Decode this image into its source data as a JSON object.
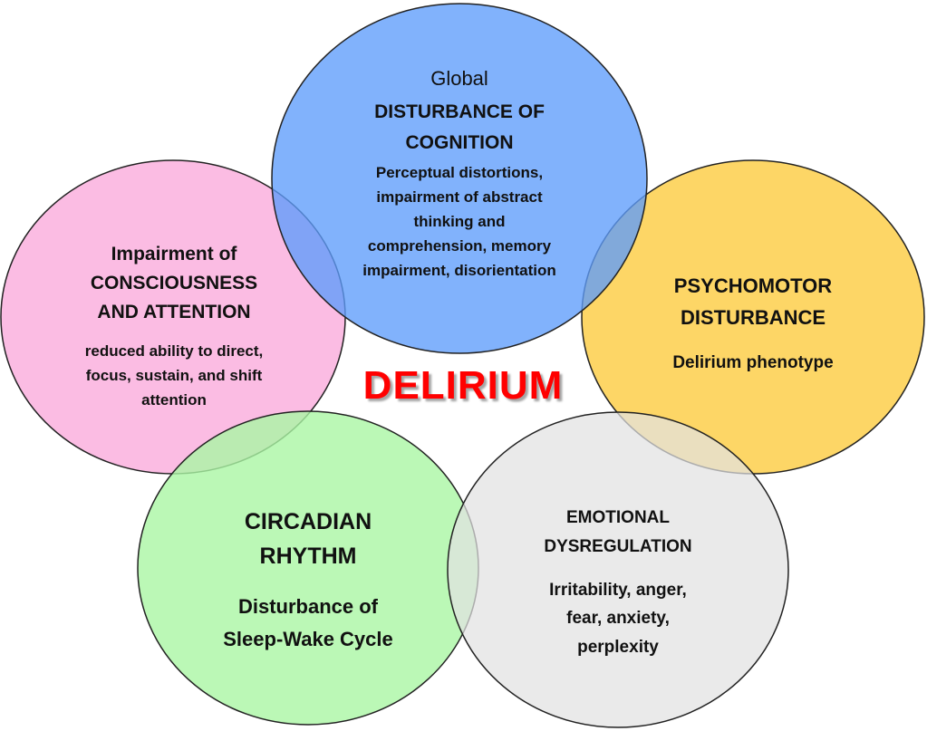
{
  "title": "DELIRIUM",
  "colors": {
    "cognition": "#5d9cfb",
    "consciousness": "#fbb8e2",
    "psychomotor": "#fdd45e",
    "circadian": "#aaf6a4",
    "emotional": "#e2e2e2",
    "title": "#ff0000"
  },
  "cognition": {
    "pre": "Global",
    "heading": [
      "DISTURBANCE OF",
      "COGNITION"
    ],
    "body": [
      "Perceptual distortions,",
      "impairment of abstract",
      "thinking and",
      "comprehension, memory",
      "impairment, disorientation"
    ]
  },
  "consciousness": {
    "heading": [
      "Impairment of",
      "CONSCIOUSNESS",
      "AND ATTENTION"
    ],
    "body": [
      "reduced ability to direct,",
      "focus, sustain, and shift",
      "attention"
    ]
  },
  "psychomotor": {
    "heading": [
      "PSYCHOMOTOR",
      "DISTURBANCE"
    ],
    "body": [
      "Delirium phenotype"
    ]
  },
  "circadian": {
    "heading": [
      "CIRCADIAN",
      "RHYTHM"
    ],
    "body": [
      "Disturbance of",
      "Sleep-Wake Cycle"
    ]
  },
  "emotional": {
    "heading": [
      "EMOTIONAL",
      "DYSREGULATION"
    ],
    "body": [
      "Irritability, anger,",
      "fear, anxiety,",
      "perplexity"
    ]
  }
}
